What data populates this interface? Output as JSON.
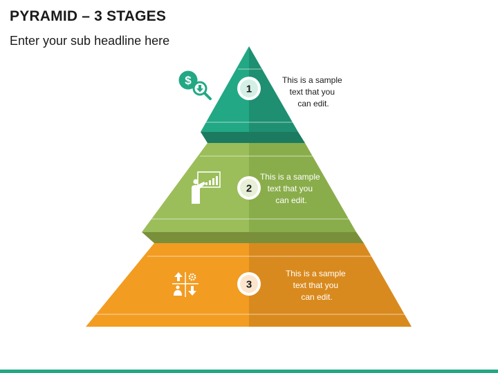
{
  "title": "PYRAMID – 3 STAGES",
  "subtitle": "Enter your sub headline here",
  "colors": {
    "stage1_light": "#22A884",
    "stage1_dark": "#1E8F71",
    "stage2_light": "#9BBE5A",
    "stage2_dark": "#8AAD4B",
    "stage3_light": "#F29C22",
    "stage3_dark": "#D98A1E",
    "bottom_bar": "#22A884"
  },
  "stages": [
    {
      "number": "1",
      "text_lines": [
        "This is a sample",
        "text that you",
        "can edit."
      ],
      "icon": "dollar-search-icon"
    },
    {
      "number": "2",
      "text_lines": [
        "This is a sample",
        "text that you",
        "can edit."
      ],
      "icon": "presenter-chart-icon"
    },
    {
      "number": "3",
      "text_lines": [
        "This is a sample",
        "text that you",
        "can edit."
      ],
      "icon": "process-arrows-gear-icon"
    }
  ]
}
